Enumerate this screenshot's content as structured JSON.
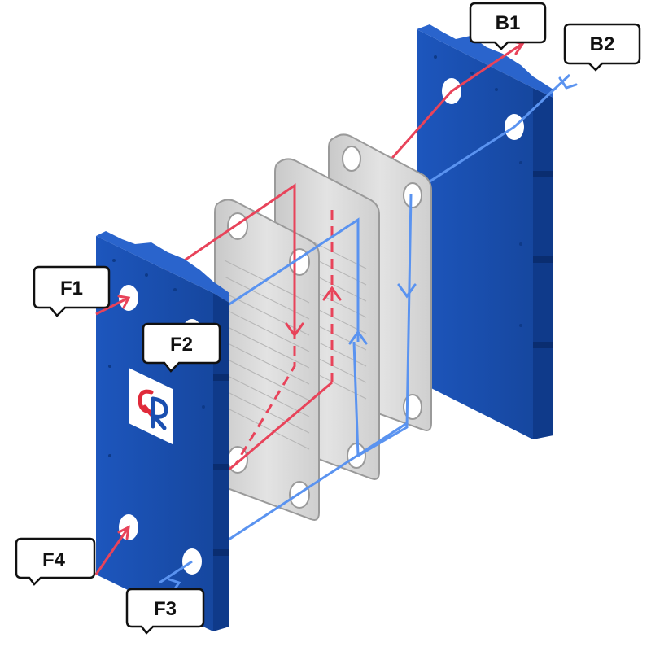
{
  "labels": {
    "f1": "F1",
    "f2": "F2",
    "f3": "F3",
    "f4": "F4",
    "b1": "B1",
    "b2": "B2"
  },
  "colors": {
    "frame_blue": "#1a4fb0",
    "frame_blue_dark": "#123b8a",
    "frame_blue_light": "#2a64cc",
    "plate_gray": "#d8d8d8",
    "plate_gray_dark": "#b8b8b8",
    "hot_red": "#e8435a",
    "cold_blue": "#5a93f0",
    "logo_red": "#e02a3a",
    "logo_blue": "#1a4fb0"
  },
  "icons": {
    "logo": "rr-logo-icon",
    "arrow": "flow-arrow-icon"
  }
}
